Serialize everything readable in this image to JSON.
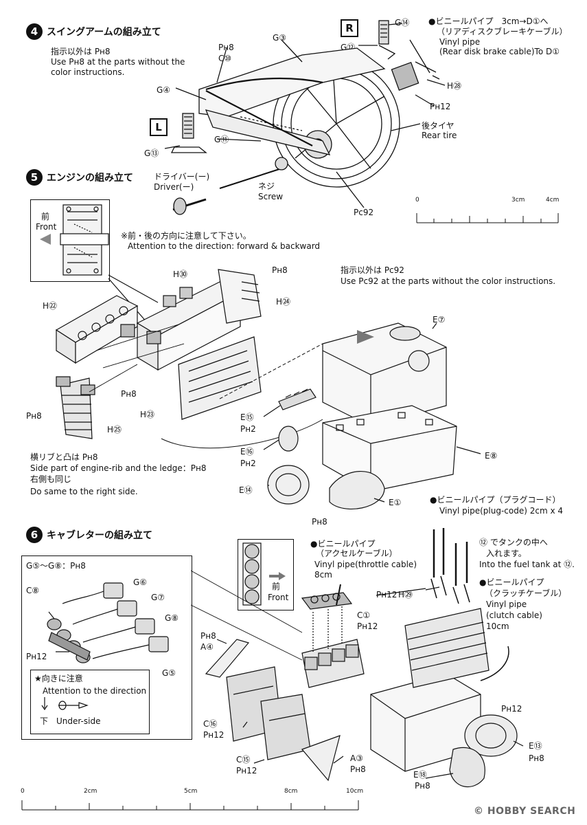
{
  "step4": {
    "number": "4",
    "title": "スイングアームの組み立て",
    "note_jp": "指示以外は Pн8",
    "note_en1": "Use Pн8 at the parts without the",
    "note_en2": "color instructions.",
    "labels": {
      "r_box": "R",
      "l_box": "L",
      "g3": "G③",
      "ph8": "Pн8",
      "c10": "C⑩",
      "g4": "G④",
      "g13": "G⑬",
      "g11": "G⑪",
      "g14": "G⑭",
      "g12": "G⑫",
      "h28": "H㉘",
      "ph12": "Pн12",
      "pc92": "Pc92",
      "rear_tire_jp": "後タイヤ",
      "rear_tire_en": "Rear tire",
      "driver_jp": "ドライバー(ー)",
      "driver_en": "Driver(ー)",
      "screw_jp": "ネジ",
      "screw_en": "Screw"
    },
    "pipe_note": {
      "l1": "●ビニールパイプ　3cm→D①へ",
      "l2": "（リアディスクブレーキケーブル）",
      "l3": "Vinyl pipe",
      "l4": "(Rear disk brake cable)To D①"
    }
  },
  "ruler_small": {
    "ticks": [
      "0",
      "3cm",
      "4cm"
    ]
  },
  "step5": {
    "number": "5",
    "title": "エンジンの組み立て",
    "front_jp": "前",
    "front_en": "Front",
    "direction_jp": "※前・後の方向に注意して下さい。",
    "direction_en": "Attention to the direction: forward & backward",
    "note_jp": "指示以外は Pc92",
    "note_en": "Use Pc92 at the parts without the color instructions.",
    "labels": {
      "h30": "H㉚",
      "ph8_a": "Pн8",
      "h24": "H㉔",
      "h22": "H㉒",
      "ph8_b": "Pн8",
      "ph8_c": "Pн8",
      "h23": "H㉓",
      "h25": "H㉕",
      "e7": "E⑦",
      "e15": "E⑮",
      "ph2_a": "Pн2",
      "e16": "E⑯",
      "ph2_b": "Pн2",
      "e8": "E⑧",
      "e14": "E⑭",
      "ph8_d": "Pн8",
      "e1": "E①"
    },
    "rib_jp": "横リブと凸は Pн8",
    "rib_en": "Side part of engine-rib and the ledge：Pн8",
    "same_jp": "右側も同じ",
    "same_en": "Do same to the right side."
  },
  "step6": {
    "number": "6",
    "title": "キャブレターの組み立て",
    "box_header": "G⑤～G⑧：Pн8",
    "box_labels": {
      "c8": "C⑧",
      "g6": "G⑥",
      "g7": "G⑦",
      "g8": "G⑧",
      "ph12": "Pн12",
      "g5": "G⑤"
    },
    "attention_jp": "★向きに注意",
    "attention_en": "Attention to the direction",
    "under_jp": "下",
    "under_en": "Under-side",
    "front_jp": "前",
    "front_en": "Front",
    "throttle": {
      "l1": "●ビニールパイプ",
      "l2": "（アクセルケーブル）",
      "l3": "Vinyl pipe(throttle cable)",
      "l4": "8cm"
    },
    "plug": {
      "l1": "●ビニールパイプ（プラグコード）",
      "l2": "Vinyl pipe(plug-code) 2cm x 4"
    },
    "fuel": {
      "l1": "⑫ でタンクの中へ",
      "l2": "入れます。",
      "l3": "Into the fuel tank at ⑫."
    },
    "clutch": {
      "l1": "●ビニールパイプ",
      "l2": "（クラッチケーブル）",
      "l3": "Vinyl pipe",
      "l4": "(clutch cable)",
      "l5": "10cm"
    },
    "labels": {
      "c1": "C①",
      "ph12_a": "Pн12",
      "ph12_b": "Pн12",
      "h29": "H㉙",
      "ph8_a": "Pн8",
      "a4": "A④",
      "c16": "C⑯",
      "ph12_c": "Pн12",
      "c15": "C⑮",
      "ph12_d": "Pн12",
      "a3": "A③",
      "ph8_b": "Pн8",
      "e18": "E⑱",
      "ph8_c": "Pн8",
      "ph12_e": "Pн12",
      "e13": "E⑬",
      "ph8_d": "Pн8"
    }
  },
  "ruler_bottom": {
    "ticks": [
      "0",
      "2cm",
      "5cm",
      "8cm",
      "10cm"
    ]
  },
  "watermark": "© HOBBY SEARCH"
}
